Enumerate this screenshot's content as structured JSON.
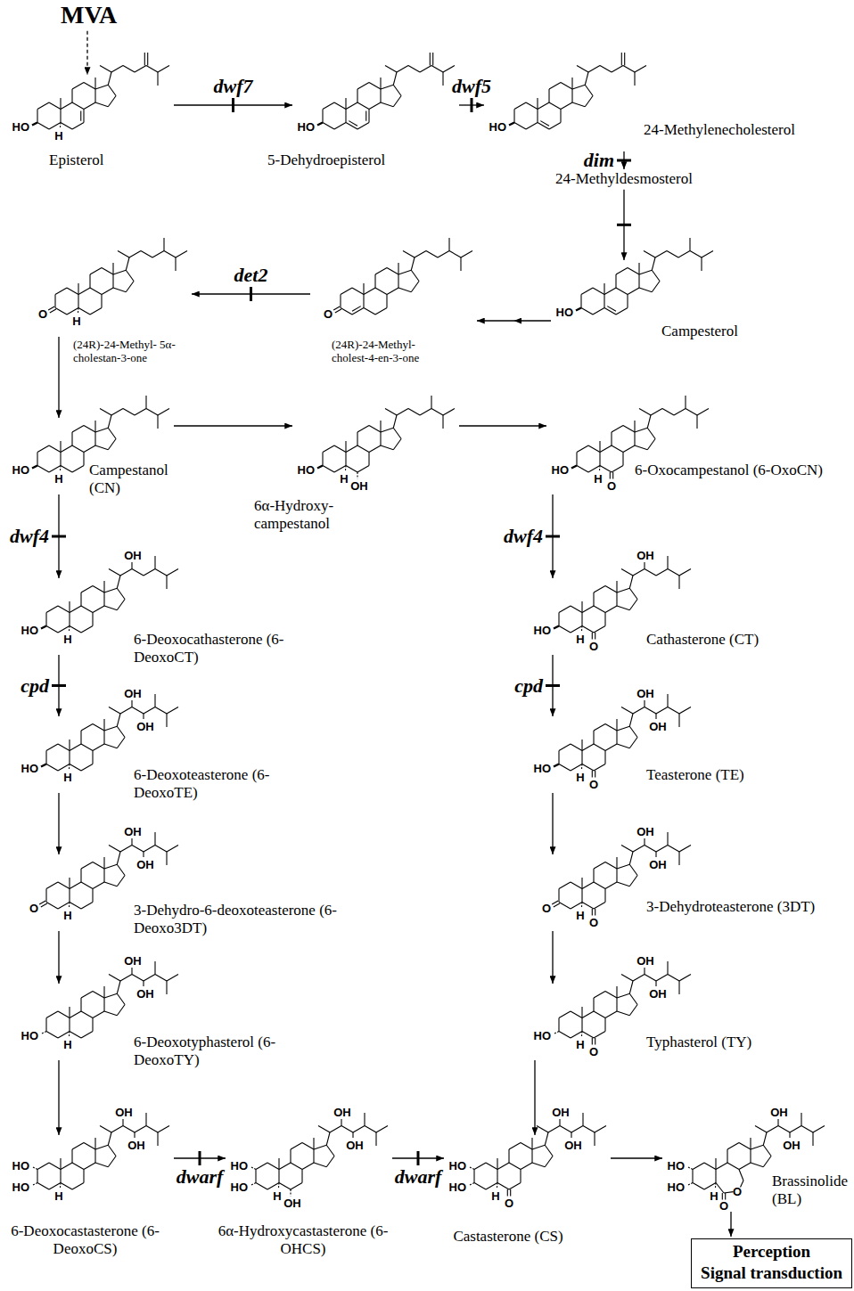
{
  "diagram": {
    "nodes": [
      {
        "text": [
          "MVA"
        ]
      },
      {
        "text": [
          "Episterol"
        ]
      },
      {
        "text": [
          "5-Dehydroepisterol"
        ]
      },
      {
        "text": [
          "24-Methylenecholesterol"
        ]
      },
      {
        "text": [
          "24-Methyldesmosterol"
        ]
      },
      {
        "text": [
          "Campesterol"
        ]
      },
      {
        "text": [
          "(24R)-24-Methyl- cholest-4-en-3-one"
        ]
      },
      {
        "text": [
          "(24R)-24-Methyl- 5α-cholestan-3-one"
        ]
      },
      {
        "text": [
          "Campestanol (CN)"
        ]
      },
      {
        "text": [
          "6α-Hydroxy- campestanol"
        ]
      },
      {
        "text": [
          "6-Oxocampestanol (6-OxoCN)"
        ]
      },
      {
        "text": [
          "6-Deoxocathasterone (6-DeoxoCT)"
        ]
      },
      {
        "text": [
          "Cathasterone (CT)"
        ]
      },
      {
        "text": [
          "6-Deoxoteasterone (6-DeoxoTE)"
        ]
      },
      {
        "text": [
          "Teasterone (TE)"
        ]
      },
      {
        "text": [
          "3-Dehydro-6-deoxoteasterone (6-Deoxo3DT)"
        ]
      },
      {
        "text": [
          "3-Dehydroteasterone (3DT)"
        ]
      },
      {
        "text": [
          "6-Deoxotyphasterol (6-DeoxoTY)"
        ]
      },
      {
        "text": [
          "Typhasterol (TY)"
        ]
      },
      {
        "text": [
          "6-Deoxocastasterone (6-DeoxoCS)"
        ]
      },
      {
        "text": [
          "6α-Hydroxycastasterone (6-OHCS)"
        ]
      },
      {
        "text": [
          "Castasterone (CS)"
        ]
      },
      {
        "text": [
          "Brassinolide (BL)"
        ]
      },
      {
        "text": [
          "Perception",
          "Signal transduction"
        ]
      }
    ],
    "edges": [
      {
        "from": 0,
        "to": 1,
        "arrow": "to"
      },
      {
        "from": 1,
        "to": 2,
        "label": "dwf7",
        "arrow": "to"
      },
      {
        "from": 2,
        "to": 3,
        "label": "dwf5",
        "arrow": "to"
      },
      {
        "from": 3,
        "to": 4,
        "label": "dim",
        "arrow": "to"
      },
      {
        "from": 4,
        "to": 5,
        "arrow": "to"
      },
      {
        "from": 5,
        "to": 6,
        "arrow": "to"
      },
      {
        "from": 6,
        "to": 7,
        "label": "det2",
        "arrow": "to"
      },
      {
        "from": 7,
        "to": 8,
        "arrow": "to"
      },
      {
        "from": 8,
        "to": 9,
        "arrow": "to"
      },
      {
        "from": 9,
        "to": 10,
        "arrow": "to"
      },
      {
        "from": 8,
        "to": 11,
        "label": "dwf4",
        "arrow": "to"
      },
      {
        "from": 10,
        "to": 12,
        "label": "dwf4",
        "arrow": "to"
      },
      {
        "from": 11,
        "to": 13,
        "label": "cpd",
        "arrow": "to"
      },
      {
        "from": 12,
        "to": 14,
        "label": "cpd",
        "arrow": "to"
      },
      {
        "from": 13,
        "to": 15,
        "arrow": "to"
      },
      {
        "from": 14,
        "to": 16,
        "arrow": "to"
      },
      {
        "from": 15,
        "to": 17,
        "arrow": "to"
      },
      {
        "from": 16,
        "to": 18,
        "arrow": "to"
      },
      {
        "from": 17,
        "to": 19,
        "arrow": "to"
      },
      {
        "from": 18,
        "to": 21,
        "arrow": "to"
      },
      {
        "from": 19,
        "to": 20,
        "label": "dwarf",
        "arrow": "to"
      },
      {
        "from": 20,
        "to": 21,
        "label": "dwarf",
        "arrow": "to"
      },
      {
        "from": 21,
        "to": 22,
        "arrow": "to"
      },
      {
        "from": 22,
        "to": 23,
        "arrow": "to"
      }
    ],
    "labels": [
      "HO",
      "H",
      "HO",
      "HO",
      "HO",
      "O",
      "O",
      "H",
      "HO",
      "H",
      "HO",
      "H",
      "OH",
      "HO",
      "H",
      "O",
      "HO",
      "H",
      "OH",
      "HO",
      "H",
      "O",
      "OH",
      "HO",
      "H",
      "OH",
      "OH",
      "HO",
      "H",
      "O",
      "OH",
      "OH",
      "O",
      "H",
      "OH",
      "OH",
      "O",
      "H",
      "O",
      "OH",
      "OH",
      "HO",
      "H",
      "OH",
      "OH",
      "HO",
      "H",
      "O",
      "OH",
      "OH",
      "HO",
      "HO",
      "H",
      "OH",
      "OH",
      "HO",
      "HO",
      "H",
      "OH",
      "OH",
      "OH",
      "HO",
      "HO",
      "H",
      "O",
      "OH",
      "OH",
      "HO",
      "HO",
      "H",
      "O",
      "O",
      "OH",
      "OH"
    ]
  }
}
